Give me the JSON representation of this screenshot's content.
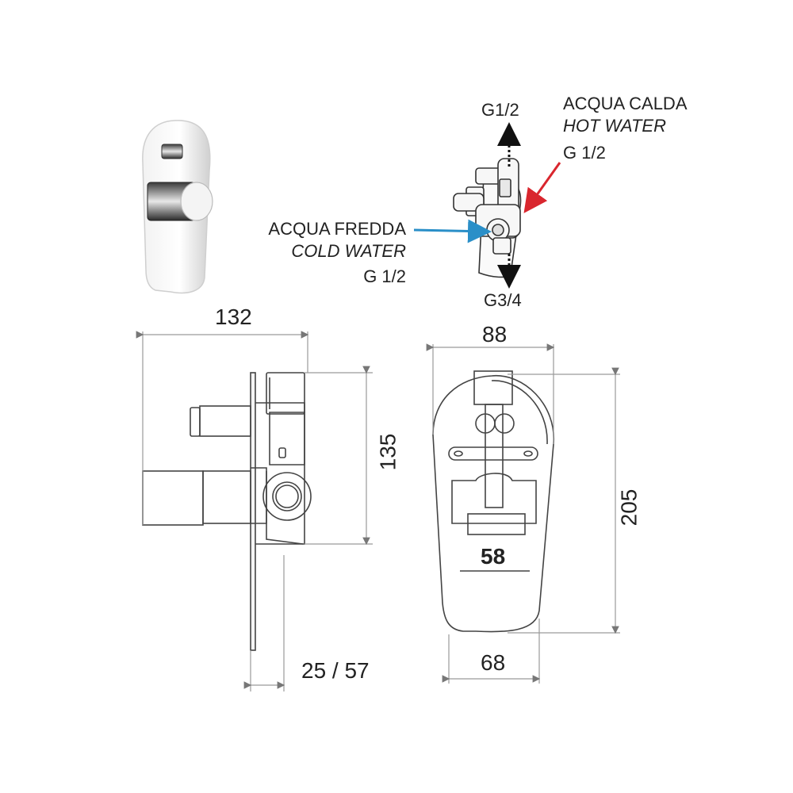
{
  "labels": {
    "top_outlet": "G1/2",
    "bottom_outlet": "G3/4",
    "hot_it": "ACQUA CALDA",
    "hot_en": "HOT WATER",
    "hot_size": "G 1/2",
    "cold_it": "ACQUA FREDDA",
    "cold_en": "COLD WATER",
    "cold_size": "G 1/2"
  },
  "dimensions": {
    "side_width": "132",
    "side_height": "135",
    "side_depth": "25 / 57",
    "front_width": "88",
    "front_height": "205",
    "front_inner": "58",
    "front_bottom": "68"
  },
  "colors": {
    "hot_arrow": "#d9262e",
    "cold_arrow": "#2a8fc8",
    "line": "#444444",
    "dim_line": "#9a9a9a"
  }
}
